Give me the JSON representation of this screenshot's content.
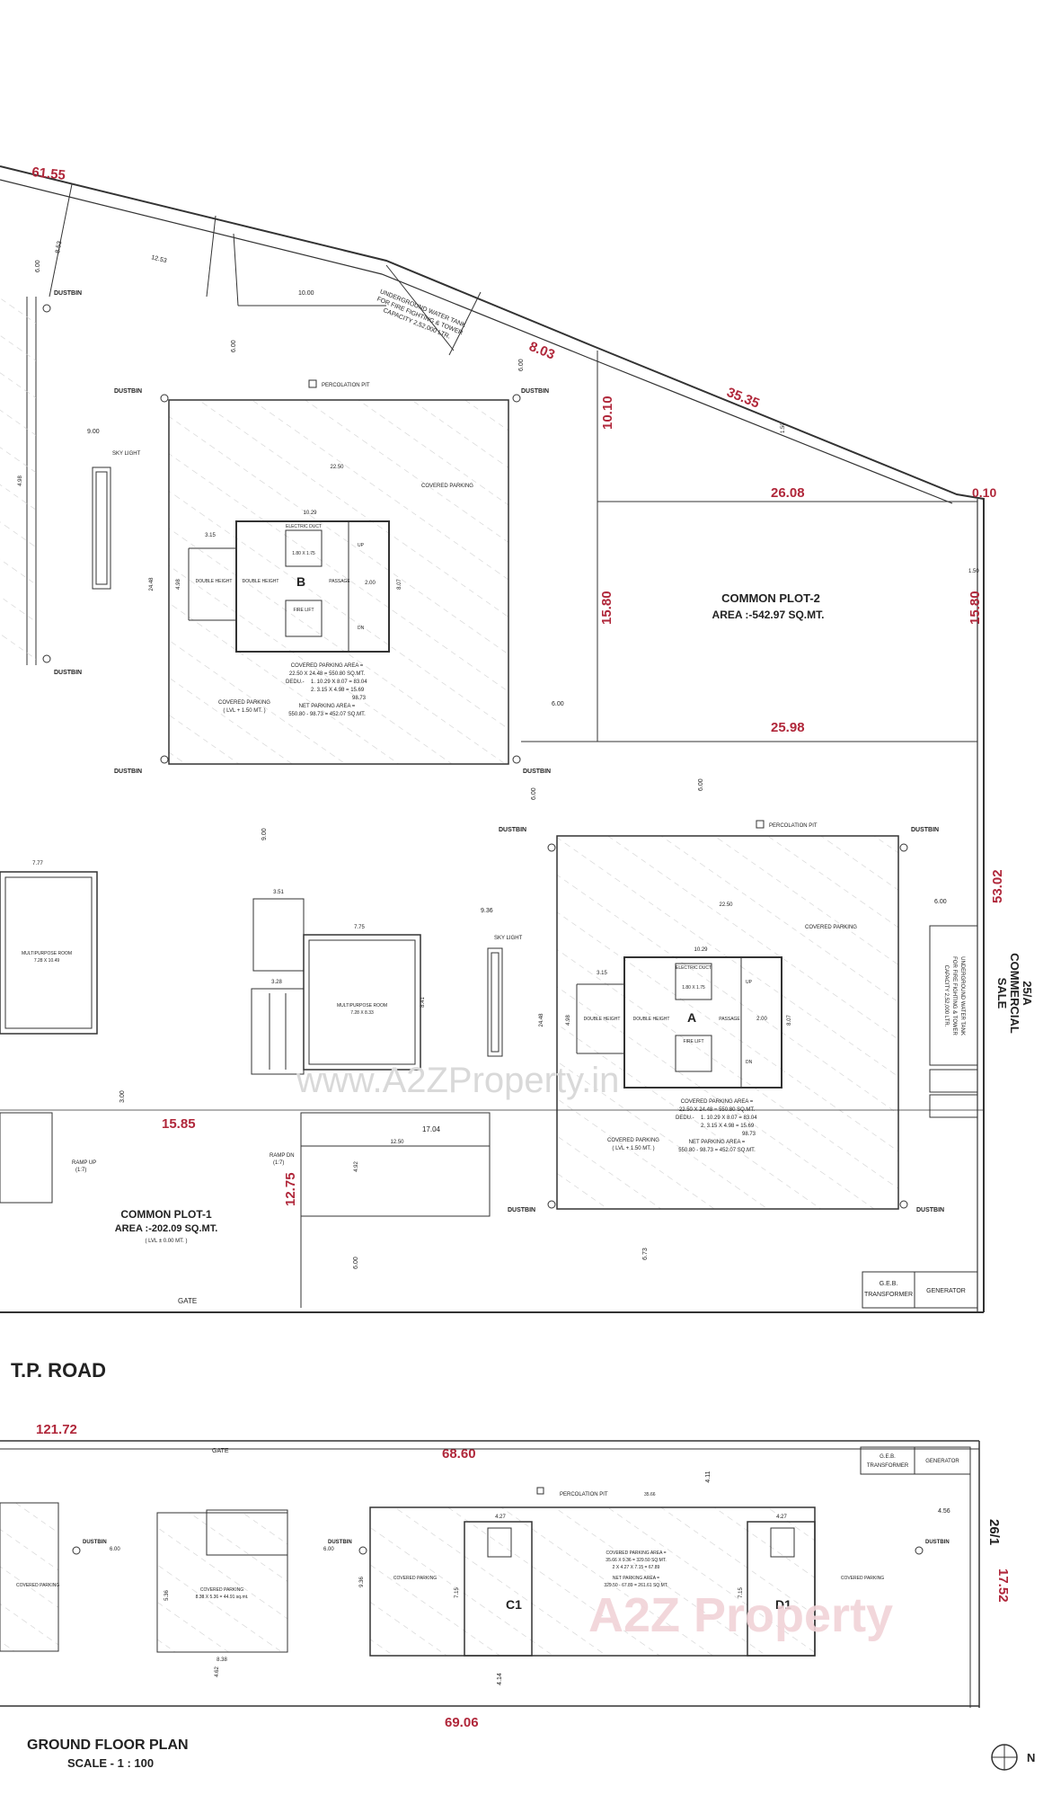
{
  "colors": {
    "line": "#333333",
    "red_dim": "#b0273a",
    "hatch": "#c9c9c9",
    "watermark": "#dcdcdc"
  },
  "boundary": {
    "d_61_55": "61.55",
    "d_8_03": "8.03",
    "d_35_35": "35.35",
    "d_0_10": "0.10",
    "d_10_10": "10.10",
    "d_26_08": "26.08",
    "d_15_80_l": "15.80",
    "d_15_80_r": "15.80",
    "d_25_98": "25.98",
    "d_53_02": "53.02",
    "d_15_85": "15.85",
    "d_12_75": "12.75",
    "d_121_72": "121.72",
    "d_68_60": "68.60",
    "d_69_06": "69.06",
    "d_17_52": "17.52"
  },
  "small_dims": {
    "s12_53": "12.53",
    "s10_00": "10.00",
    "s8_53": "8.53",
    "s6_00_a": "6.00",
    "s6_00_b": "6.00",
    "s6_00_c": "6.00",
    "s6_00_d": "6.00",
    "s6_00_e": "6.00",
    "s6_00_f": "6.00",
    "s6_00_g": "6.00",
    "s6_00_h": "6.00",
    "s9_00_a": "9.00",
    "s9_00_b": "9.00",
    "s9_36": "9.36",
    "s22_50_b": "22.50",
    "s22_50_a": "22.50",
    "s10_29_b": "10.29",
    "s10_29_a": "10.29",
    "s3_15_b": "3.15",
    "s3_15_a": "3.15",
    "s24_48_b": "24.48",
    "s24_48_a": "24.48",
    "s8_07_b": "8.07",
    "s8_07_a": "8.07",
    "s2_00_b": "2.00",
    "s2_00_a": "2.00",
    "s1_50_a": "1.50",
    "s1_50_b": "1.50",
    "s3_00": "3.00",
    "s17_04": "17.04",
    "s12_50": "12.50",
    "s4_92": "4.92",
    "s6_73": "6.73",
    "s7_77": "7.77",
    "s7_75": "7.75",
    "s3_51": "3.51",
    "s3_28": "3.28",
    "s8_41": "8.41",
    "s4_27_a": "4.27",
    "s4_27_b": "4.27",
    "s35_66": "35.66",
    "s4_11": "4.11",
    "s4_56": "4.56",
    "s8_38": "8.38",
    "s4_62": "4.62",
    "s4_14": "4.14",
    "s9_36_c": "9.36",
    "s7_15_a": "7.15",
    "s7_15_b": "7.15",
    "s5_36": "5.36",
    "s4_98_b": "4.98",
    "s4_98_a": "4.98",
    "s4_98_l": "4.98"
  },
  "labels": {
    "dustbin": "DUSTBIN",
    "percolation_pit": "PERCOLATION PIT",
    "covered_parking": "COVERED PARKING",
    "sky_light": "SKY LIGHT",
    "double_height": "DOUBLE HEIGHT",
    "passage": "PASSAGE",
    "fire_lift": "FIRE LIFT",
    "electric_duct": "ELECTRIC DUCT",
    "up": "UP",
    "dn": "DN",
    "gate": "GATE",
    "ramp_up": "RAMP UP",
    "ramp_up_slope": "(1:7)",
    "ramp_dn": "RAMP DN",
    "ramp_dn_slope": "(1:7)",
    "multipurpose_room": "MULTIPURPOSE ROOM",
    "multipurpose_room_size_1": "7.28 X 10.49",
    "multipurpose_room_size_2": "7.28 X 8.33",
    "lift_size": "1.80 X 1.75",
    "geb": "G.E.B.",
    "transformer": "TRANSFORMER",
    "generator": "GENERATOR",
    "tp_road": "T.P. ROAD"
  },
  "water_tank": {
    "line1": "UNDERGROUND WATER TANK",
    "line2": "FOR FIRE FIGHTING & TOWER",
    "line3": "CAPACITY 2,52,000 LTR."
  },
  "building_b": {
    "tag": "B",
    "area_title": "COVERED PARKING AREA =",
    "area_calc": "22.50 X 24.48 = 550.80 SQ.MT.",
    "dedu": "DEDU.-",
    "dedu_1": "1. 10.29 X 8.07 = 83.04",
    "dedu_2": "2. 3.15 X 4.98 = 15.69",
    "dedu_total": "98.73",
    "net_title": "NET PARKING AREA =",
    "net_calc": "550.80 - 98.73 = 452.07 SQ.MT.",
    "lvl_label": "COVERED PARKING",
    "lvl": "( LVL + 1.50 MT. )"
  },
  "building_a": {
    "tag": "A",
    "area_title": "COVERED PARKING AREA =",
    "area_calc": "22.50 X 24.48 = 550.80 SQ.MT.",
    "dedu": "DEDU.-",
    "dedu_1": "1. 10.29 X 8.07 = 83.04",
    "dedu_2": "2. 3.15 X 4.98 = 15.69",
    "dedu_total": "98.73",
    "net_title": "NET PARKING AREA =",
    "net_calc": "550.80 - 98.73 = 452.07 SQ.MT.",
    "lvl_label": "COVERED PARKING",
    "lvl": "( LVL + 1.50 MT. )"
  },
  "common_plot_2": {
    "title": "COMMON PLOT-2",
    "area": "AREA :-542.97 SQ.MT."
  },
  "common_plot_1": {
    "title": "COMMON PLOT-1",
    "area": "AREA :-202.09 SQ.MT.",
    "lvl": "( LVL ± 0.00 MT. )"
  },
  "plot_25a": {
    "line1": "25/A",
    "line2": "COMMERCIAL",
    "line3": "SALE"
  },
  "plot_26_1": {
    "label": "26/1"
  },
  "lower_block": {
    "c1": "C1",
    "d1": "D1",
    "area_title": "COVERED PARKING AREA =",
    "area_calc": "35.66 X 9.36 = 329.50 SQ.MT.",
    "dedu": "2 X 4.27 X 7.15 = 67.89",
    "net_title": "NET PARKING AREA =",
    "net_calc": "329.50 - 67.89 = 261.61 SQ.MT.",
    "cp_small": "COVERED PARKING",
    "cp_small_calc": "8.38 X 5.36 = 44.91 sq.mt."
  },
  "footer": {
    "title": "GROUND FLOOR PLAN",
    "scale": "SCALE - 1 : 100",
    "north": "N"
  },
  "watermarks": {
    "main": "www.A2ZProperty.in",
    "logo": "A2Z Property"
  }
}
